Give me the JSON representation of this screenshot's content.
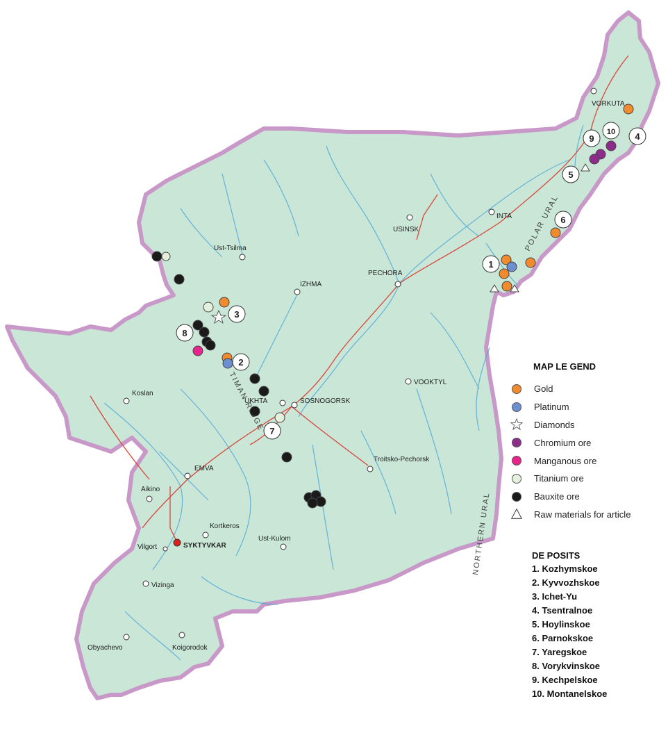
{
  "legend": {
    "title": "MAP LE GEND",
    "items": [
      {
        "label": "Gold",
        "color": "#f28a2e",
        "symbol": "dot"
      },
      {
        "label": "Platinum",
        "color": "#6d8fd0",
        "symbol": "dot"
      },
      {
        "label": "Diamonds",
        "color": "#ffffff",
        "symbol": "star"
      },
      {
        "label": "Chromium ore",
        "color": "#8e2c8c",
        "symbol": "dot"
      },
      {
        "label": "Manganous ore",
        "color": "#e8238c",
        "symbol": "dot"
      },
      {
        "label": "Titanium ore",
        "color": "#e4f0dc",
        "symbol": "dot"
      },
      {
        "label": "Bauxite ore",
        "color": "#1a1a1a",
        "symbol": "dot"
      },
      {
        "label": "Raw materials for article",
        "color": "#ffffff",
        "symbol": "triangle"
      }
    ]
  },
  "deposits": {
    "title": "DE POSITS",
    "items": [
      "1. Kozhymskoe",
      "2. Kyvvozhskoe",
      "3. Ichet-Yu",
      "4. Tsentralnoe",
      "5. Hoylinskoe",
      "6. Parnokskoe",
      "7. Yaregskoe",
      "8. Vorykvinskoe",
      "9. Kechpelskoe",
      "10. Montanelskoe"
    ]
  },
  "cities": {
    "vorkuta": "VORKUTA",
    "inta": "INTA",
    "usinsk": "USINSK",
    "pechora": "PECHORA",
    "izhma": "IZHMA",
    "ust_tsilma": "Ust-Tsilma",
    "ukhta": "UKHTA",
    "sosnogorsk": "SOSNOGORSK",
    "vuktyl": "VOOKTYL",
    "troitsko": "Troitsko-Pechorsk",
    "koslan": "Koslan",
    "emva": "EMVA",
    "aikino": "Aikino",
    "kortkeros": "Kortkeros",
    "vilgort": "Vilgort",
    "syktyvkar": "SYKTYVKAR",
    "ust_kulom": "Ust-Kulom",
    "vizinga": "Vizinga",
    "obyachevo": "Obyachevo",
    "koigorodok": "Koigorodok"
  },
  "region_labels": {
    "polar_ural": "POLAR URAL",
    "northern_ural": "NORTHERN URAL",
    "timan_ridge": "TIMAN RIDGE"
  },
  "deposit_markers": [
    "1",
    "2",
    "3",
    "4",
    "5",
    "6",
    "7",
    "8",
    "9",
    "10"
  ],
  "colors": {
    "land": "#c9e6d7",
    "border": "#c898c8",
    "river": "#4aa6d8",
    "road": "#d9453a",
    "capital": "#e0201c"
  }
}
